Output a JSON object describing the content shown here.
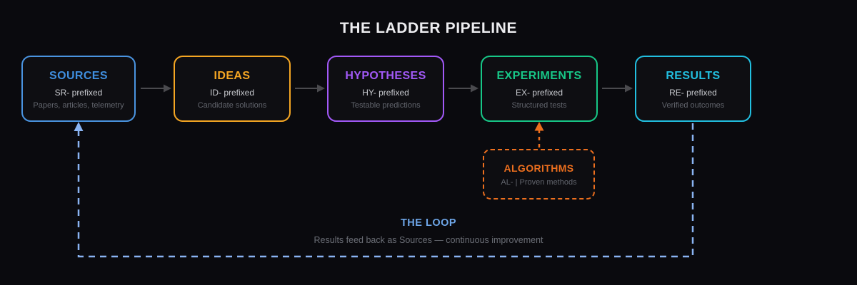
{
  "title": "THE LADDER PIPELINE",
  "pipeline": {
    "stages": [
      {
        "label": "SOURCES",
        "prefix": "SR- prefixed",
        "description": "Papers, articles, telemetry",
        "color": "#3f8fe0"
      },
      {
        "label": "IDEAS",
        "prefix": "ID- prefixed",
        "description": "Candidate solutions",
        "color": "#f5a623"
      },
      {
        "label": "HYPOTHESES",
        "prefix": "HY- prefixed",
        "description": "Testable predictions",
        "color": "#a259f7"
      },
      {
        "label": "EXPERIMENTS",
        "prefix": "EX- prefixed",
        "description": "Structured tests",
        "color": "#17c787"
      },
      {
        "label": "RESULTS",
        "prefix": "RE- prefixed",
        "description": "Verified outcomes",
        "color": "#22bfe0"
      }
    ],
    "flow_arrow_color": "#4a4a4e"
  },
  "algorithms": {
    "label": "ALGORITHMS",
    "description": "AL- | Proven methods",
    "color": "#ed6f1e"
  },
  "loop": {
    "label": "THE LOOP",
    "description": "Results feed back as Sources — continuous improvement",
    "line_color": "#8ab4f2",
    "label_color": "#6ea6e8"
  },
  "background_color": "#0a0a0e"
}
